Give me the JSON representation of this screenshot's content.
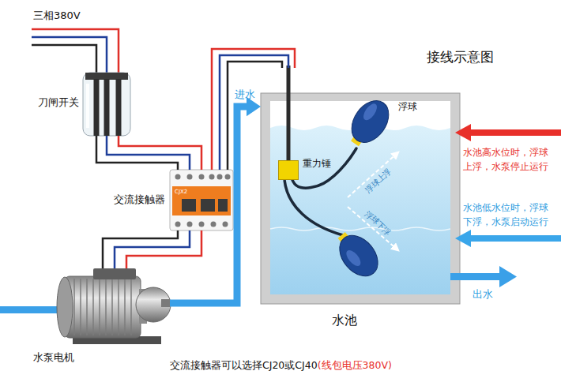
{
  "diagram": {
    "title": "接线示意图",
    "nodes": [
      {
        "text": [
          "刀闸开关"
        ]
      },
      {
        "text": [
          "交流接触器"
        ]
      },
      {
        "text": [
          "水泵电机"
        ]
      },
      {
        "text": [
          "水池"
        ]
      },
      {
        "text": [
          "重力锤"
        ],
        "in": 3
      },
      {
        "text": [
          "浮球"
        ],
        "in": 3
      }
    ],
    "edges": [
      {
        "from": 0,
        "to": 1,
        "arrow": "none"
      },
      {
        "from": 1,
        "to": 2,
        "arrow": "none"
      },
      {
        "from": 1,
        "to": 4,
        "arrow": "none"
      },
      {
        "from": 4,
        "to": 5,
        "arrow": "none"
      },
      {
        "from": 2,
        "to": 3,
        "arrow": "to",
        "label": "进水"
      }
    ],
    "labels": [
      "三相380V",
      "CJX2",
      "浮球上浮",
      "浮球下浮",
      "水池高水位时，浮球上浮，水泵停止运行",
      "水池低水位时，浮球下浮，水泵启动运行",
      "出水",
      "交流接触器可以选择CJ20或CJ40",
      "(线包电压380V)"
    ]
  }
}
